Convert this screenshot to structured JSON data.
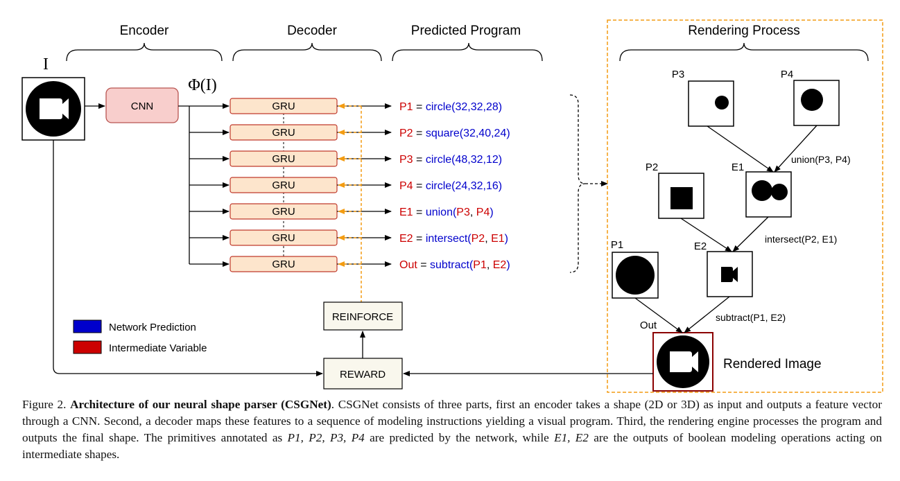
{
  "sections": {
    "encoder": "Encoder",
    "decoder": "Decoder",
    "predicted_program": "Predicted Program",
    "rendering_process": "Rendering Process"
  },
  "input_label": "I",
  "feature_label": "Φ(I)",
  "cnn_label": "CNN",
  "gru_label": "GRU",
  "reinforce_label": "REINFORCE",
  "reward_label": "REWARD",
  "rendered_image_label": "Rendered Image",
  "legend": {
    "network_prediction": "Network Prediction",
    "intermediate_variable": "Intermediate Variable",
    "blue": "#0000cc",
    "red": "#cc0000"
  },
  "program": [
    {
      "var": "P1",
      "op": "circle(32,32,28)",
      "args": []
    },
    {
      "var": "P2",
      "op": "square(32,40,24)",
      "args": []
    },
    {
      "var": "P3",
      "op": "circle(48,32,12)",
      "args": []
    },
    {
      "var": "P4",
      "op": "circle(24,32,16)",
      "args": []
    },
    {
      "var": "E1",
      "op": "union",
      "args": [
        "P3",
        "P4"
      ]
    },
    {
      "var": "E2",
      "op": "intersect",
      "args": [
        "P2",
        "E1"
      ]
    },
    {
      "var": "Out",
      "op": "subtract",
      "args": [
        "P1",
        "E2"
      ]
    }
  ],
  "render_nodes": {
    "p3": "P3",
    "p4": "P4",
    "p2": "P2",
    "e1": "E1",
    "p1": "P1",
    "e2": "E2",
    "out": "Out"
  },
  "render_edges": {
    "union": "union(P3, P4)",
    "intersect": "intersect(P2, E1)",
    "subtract": "subtract(P1, E2)"
  },
  "caption": {
    "figure_no": "Figure 2.",
    "title": "Architecture of our neural shape parser (CSGNet)",
    "body": "CSGNet consists of three parts, first an encoder takes a shape (2D or 3D) as input and outputs a feature vector through a CNN. Second, a decoder maps these features to a sequence of modeling instructions yielding a visual program. Third, the rendering engine processes the program and outputs the final shape. The primitives annotated as",
    "math_prims": "P1, P2, P3, P4",
    "mid": "are predicted by the network, while",
    "math_ops": "E1, E2",
    "tail": "are the outputs of boolean modeling operations acting on intermediate shapes."
  }
}
